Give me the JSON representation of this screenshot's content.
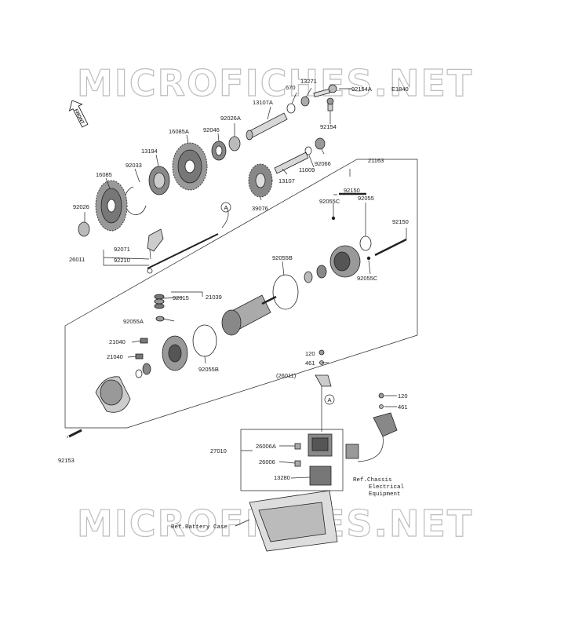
{
  "watermark": "MICROFICHES.NET",
  "front_label": "FRONT",
  "diagram_code": "E1840",
  "callout_a": "A",
  "labels": {
    "p670": "670",
    "p13271": "13271",
    "p92154A": "92154A",
    "p92154": "92154",
    "p13107A": "13107A",
    "p92026A": "92026A",
    "p92046": "92046",
    "p16085A": "16085A",
    "p13194": "13194",
    "p92033": "92033",
    "p16085": "16085",
    "p92026": "92026",
    "p92066": "92066",
    "p11009": "11009",
    "p13107": "13107",
    "p39076": "39076",
    "p21163": "21163",
    "p92150a": "92150",
    "p92055C_a": "92055C",
    "p92055": "92055",
    "p92150b": "92150",
    "p92055C_b": "92055C",
    "p92071": "92071",
    "p26011": "26011",
    "p92210": "92210",
    "p92055B_a": "92055B",
    "p92015": "92015",
    "p21039": "21039",
    "p92055A": "92055A",
    "p21040a": "21040",
    "p21040b": "21040",
    "p92055B_b": "92055B",
    "p120a": "120",
    "p461a": "461",
    "p26011b": "(26011)",
    "p120b": "120",
    "p461b": "461",
    "p92153": "92153",
    "p27010": "27010",
    "p26006A": "26006A",
    "p26006": "26006",
    "p13280": "13280"
  },
  "refs": {
    "chassis_line1": "Ref.Chassis",
    "chassis_line2": "Electrical",
    "chassis_line3": "Equipment",
    "battery_case": "Ref.Battery Case"
  }
}
